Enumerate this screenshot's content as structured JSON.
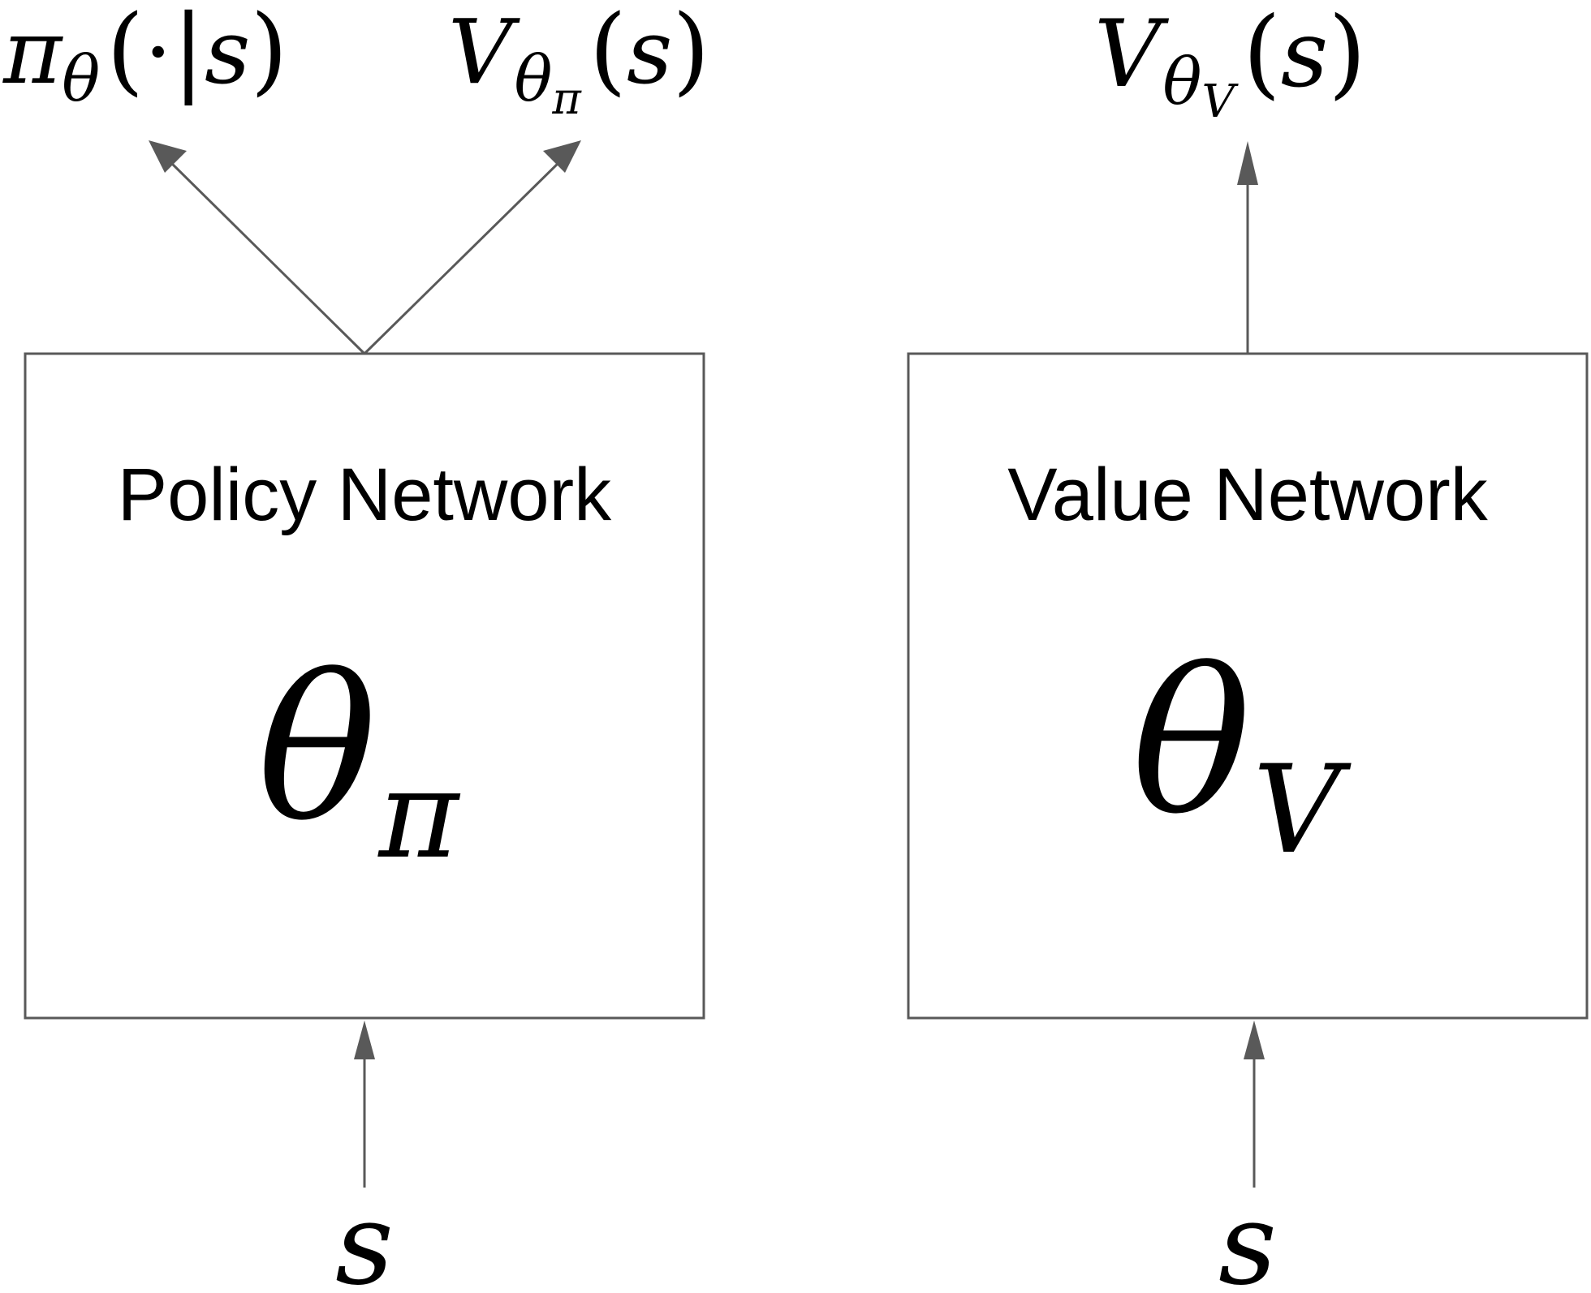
{
  "policy": {
    "title": "Policy Network",
    "param_base": "θ",
    "param_sub": "π",
    "input": "s",
    "outputs": {
      "policy_base": "π",
      "policy_sub": "θ",
      "policy_open": "(",
      "policy_dot": "·",
      "policy_bar": "|",
      "policy_arg": "s",
      "policy_close": ")",
      "value_base": "V",
      "value_sub": "θ",
      "value_subsub": "π",
      "value_open": "(",
      "value_arg": "s",
      "value_close": ")"
    }
  },
  "value": {
    "title": "Value Network",
    "param_base": "θ",
    "param_sub": "V",
    "input": "s",
    "output": {
      "base": "V",
      "sub": "θ",
      "subsub": "V",
      "open": "(",
      "arg": "s",
      "close": ")"
    }
  },
  "colors": {
    "stroke": "#595959",
    "text": "#000000",
    "background": "#ffffff"
  }
}
